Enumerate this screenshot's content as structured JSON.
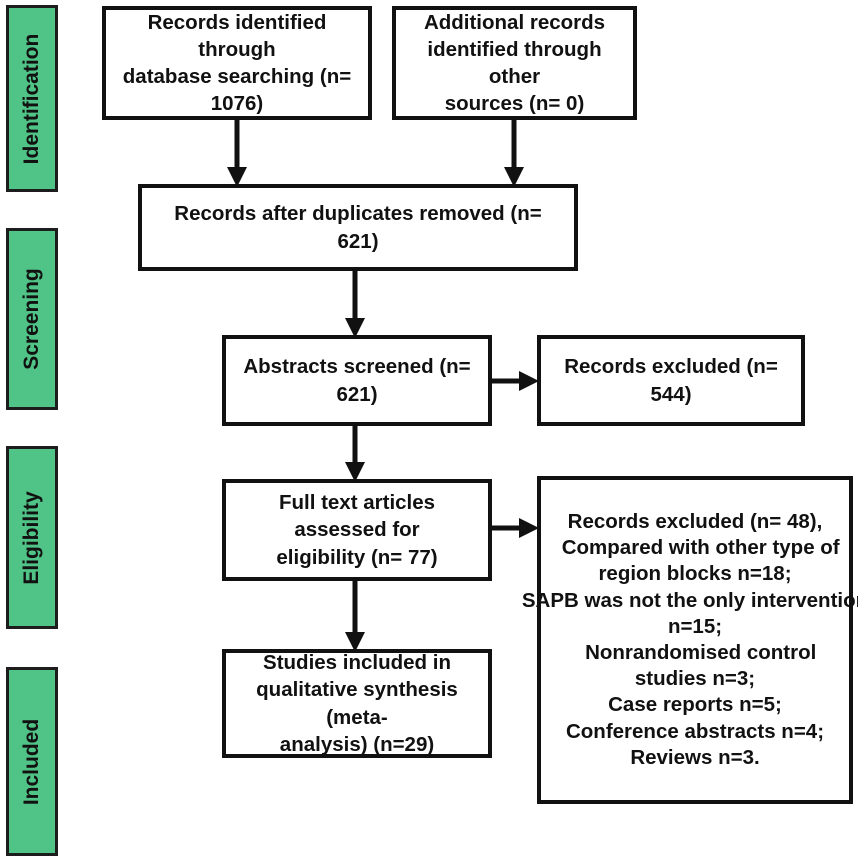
{
  "phases": {
    "identification": "Identification",
    "screening": "Screening",
    "eligibility": "Eligibility",
    "included": "Included"
  },
  "boxes": {
    "database_search": "Records identified through\ndatabase searching (n= 1076)",
    "other_sources": "Additional records\nidentified through other\nsources (n= 0)",
    "duplicates_removed": "Records after duplicates removed (n= 621)",
    "abstracts_screened": "Abstracts screened (n= 621)",
    "records_excluded": "Records excluded (n= 544)",
    "full_text": "Full text articles assessed for\neligibility (n= 77)",
    "studies_included": "Studies included in\nqualitative synthesis (meta-\nanalysis) (n=29)"
  },
  "exclusion_list": [
    "Records excluded (n= 48),",
    "  Compared with other type of",
    "region blocks n=18;",
    "SAPB was not the only intervention",
    "n=15;",
    "  Nonrandomised control",
    "studies n=3;",
    "Case reports n=5;",
    "Conference abstracts n=4;",
    "Reviews n=3."
  ],
  "colors": {
    "phase_fill": "#4fc486",
    "border": "#111111"
  }
}
